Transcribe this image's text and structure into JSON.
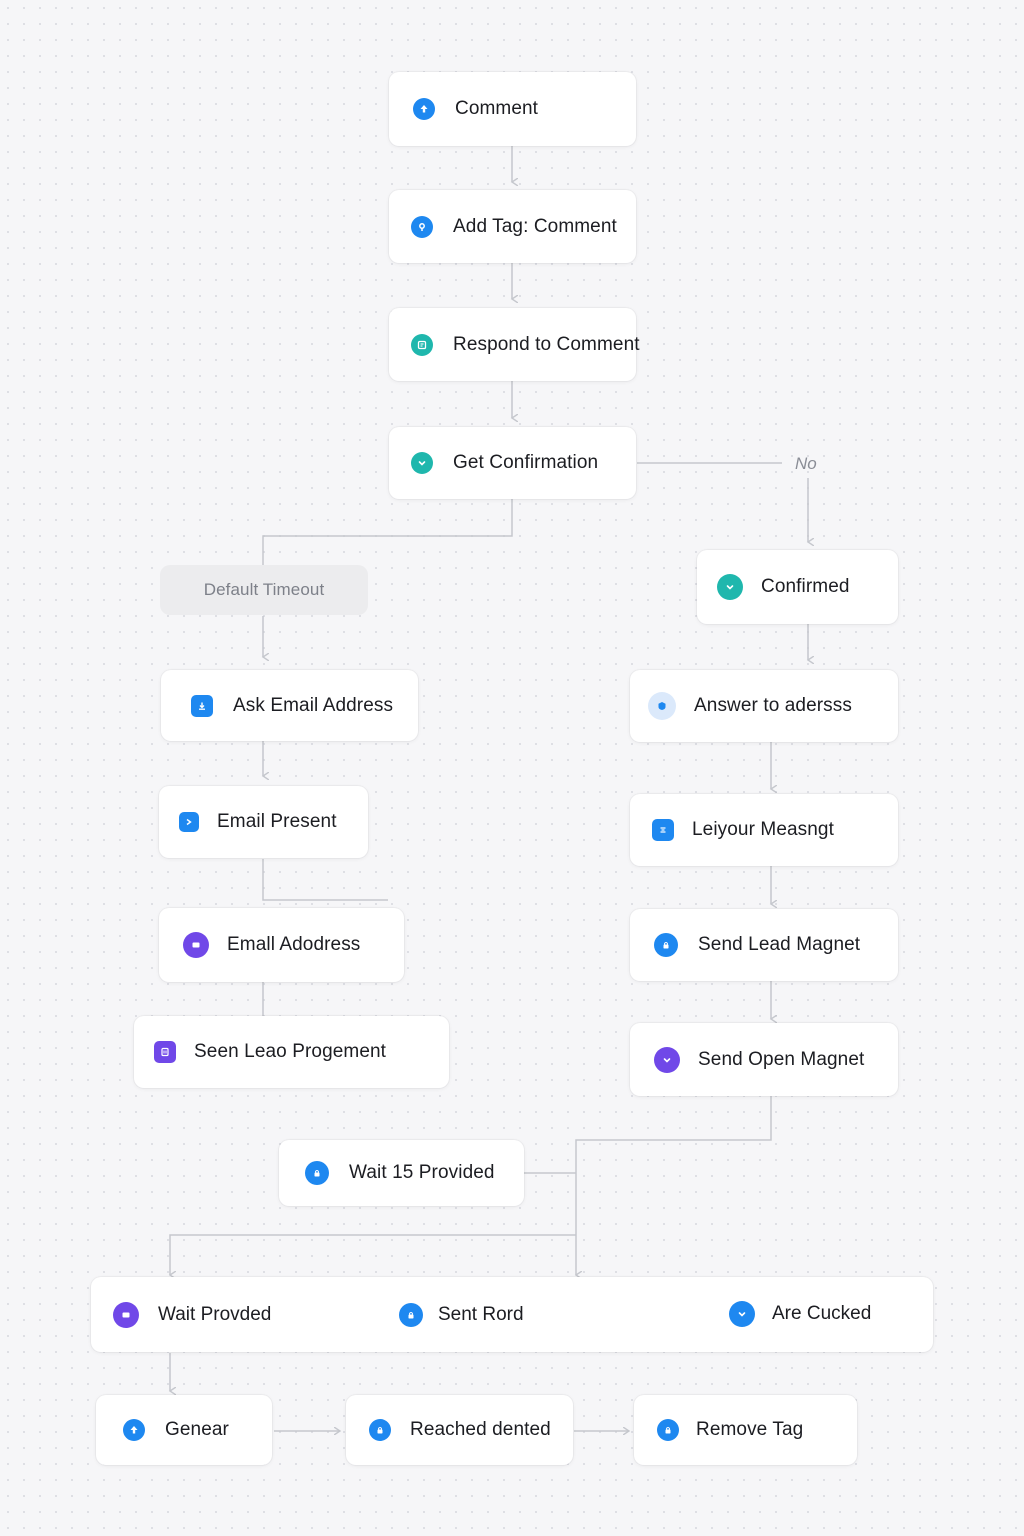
{
  "colors": {
    "blue": "#1e88f0",
    "teal": "#1fb7ad",
    "purple": "#7048e8",
    "light_blue": "#cfe3fb",
    "connector": "#c5c7cd",
    "muted_node": "#ececee"
  },
  "nodes": {
    "comment": {
      "label": "Comment",
      "icon": "upload-icon",
      "color": "#1e88f0"
    },
    "add_tag": {
      "label": "Add Tag: Comment",
      "icon": "pin-icon",
      "color": "#1e88f0"
    },
    "respond": {
      "label": "Respond to Comment",
      "icon": "message-icon",
      "color": "#1fb7ad"
    },
    "get_confirmation": {
      "label": "Get Confirmation",
      "icon": "check-icon",
      "color": "#1fb7ad"
    },
    "no_label": "No",
    "default_timeout": {
      "label": "Default Timeout"
    },
    "confirmed": {
      "label": "Confirmed",
      "icon": "check-icon",
      "color": "#1fb7ad"
    },
    "ask_email": {
      "label": "Ask Email Address",
      "icon": "download-icon",
      "color": "#1e88f0"
    },
    "answer_address": {
      "label": "Answer to adersss",
      "icon": "shield-icon",
      "color": "#cfe3fb"
    },
    "email_present": {
      "label": "Email Present",
      "icon": "arrow-icon",
      "color": "#1e88f0"
    },
    "leiyour_measngt": {
      "label": "Leiyour Measngt",
      "icon": "list-icon",
      "color": "#1e88f0"
    },
    "email_address": {
      "label": "Emall Adodress",
      "icon": "window-icon",
      "color": "#7048e8"
    },
    "send_lead_magnet": {
      "label": "Send Lead Magnet",
      "icon": "lock-icon",
      "color": "#1e88f0"
    },
    "seen_lead": {
      "label": "Seen Leao Progement",
      "icon": "document-icon",
      "color": "#7048e8"
    },
    "send_open_magnet": {
      "label": "Send Open Magnet",
      "icon": "check-icon",
      "color": "#7048e8"
    },
    "wait_15": {
      "label": "Wait 15 Provided",
      "icon": "lock-icon",
      "color": "#1e88f0"
    },
    "wait_provided": {
      "label": "Wait Provded",
      "icon": "window-icon",
      "color": "#7048e8"
    },
    "sent_rord": {
      "label": "Sent Rord",
      "icon": "lock-icon",
      "color": "#1e88f0"
    },
    "are_clicked": {
      "label": "Are Cucked",
      "icon": "check-icon",
      "color": "#1e88f0"
    },
    "genear": {
      "label": "Genear",
      "icon": "upload-icon",
      "color": "#1e88f0"
    },
    "reached_dented": {
      "label": "Reached dented",
      "icon": "lock-icon",
      "color": "#1e88f0"
    },
    "remove_tag": {
      "label": "Remove Tag",
      "icon": "lock-icon",
      "color": "#1e88f0"
    }
  }
}
